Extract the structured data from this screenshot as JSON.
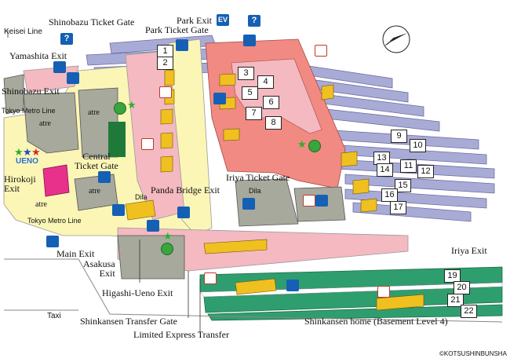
{
  "map": {
    "labels": {
      "keisei_line": "Keisei Line",
      "shinobazu_ticket_gate": "Shinobazu Ticket Gate",
      "park_exit": "Park Exit",
      "park_ticket_gate": "Park Ticket Gate",
      "yamashita_exit": "Yamashita Exit",
      "shinobazu_exit": "Shinobazu Exit",
      "tokyo_metro_line_upper": "Tokyo Metro Line",
      "atre_1": "atre",
      "atre_2": "atre",
      "atre_3": "atre",
      "atre_4": "atre",
      "central_ticket_gate": "Central\nTicket Gate",
      "hirokoji_exit": "Hirokoji\nExit",
      "dila_1": "Dila",
      "dila_2": "Dila",
      "panda_bridge_exit": "Panda Bridge Exit",
      "iriya_ticket_gate": "Iriya Ticket Gate",
      "tokyo_metro_line_lower": "Tokyo Metro Line",
      "main_exit": "Main Exit",
      "asakusa_exit": "Asakusa\nExit",
      "iriya_exit": "Iriya Exit",
      "taxi": "Taxi",
      "higashi_ueno_exit": "Higashi-Ueno Exit",
      "shinkansen_transfer_gate": "Shinkansen Transfer Gate",
      "limited_express_transfer": "Limited Express Transfer",
      "shinkansen_home": "Shinkansen home (Basement Level 4)",
      "copyright": "©KOTSUSHINBUNSHA",
      "ueno_sign": "UENO"
    },
    "platforms": [
      "1",
      "2",
      "3",
      "4",
      "5",
      "6",
      "7",
      "8",
      "9",
      "10",
      "11",
      "12",
      "13",
      "14",
      "15",
      "16",
      "17",
      "19",
      "20",
      "21",
      "22"
    ],
    "colors": {
      "concourse_yellow": "#fbf6b6",
      "concourse_pink": "#f4b9c1",
      "iriya_salmon": "#f08a82",
      "track_lavender": "#a9abd7",
      "shinkansen_green": "#2f9e6e",
      "building_gray": "#a7a99c",
      "staircase_yellow": "#f0c020",
      "shop_green": "#1f7a3a",
      "shop_magenta": "#e8318a",
      "ticon_blue": "#1560b4"
    },
    "icons": {
      "info": "?",
      "elevator": "EV"
    }
  }
}
